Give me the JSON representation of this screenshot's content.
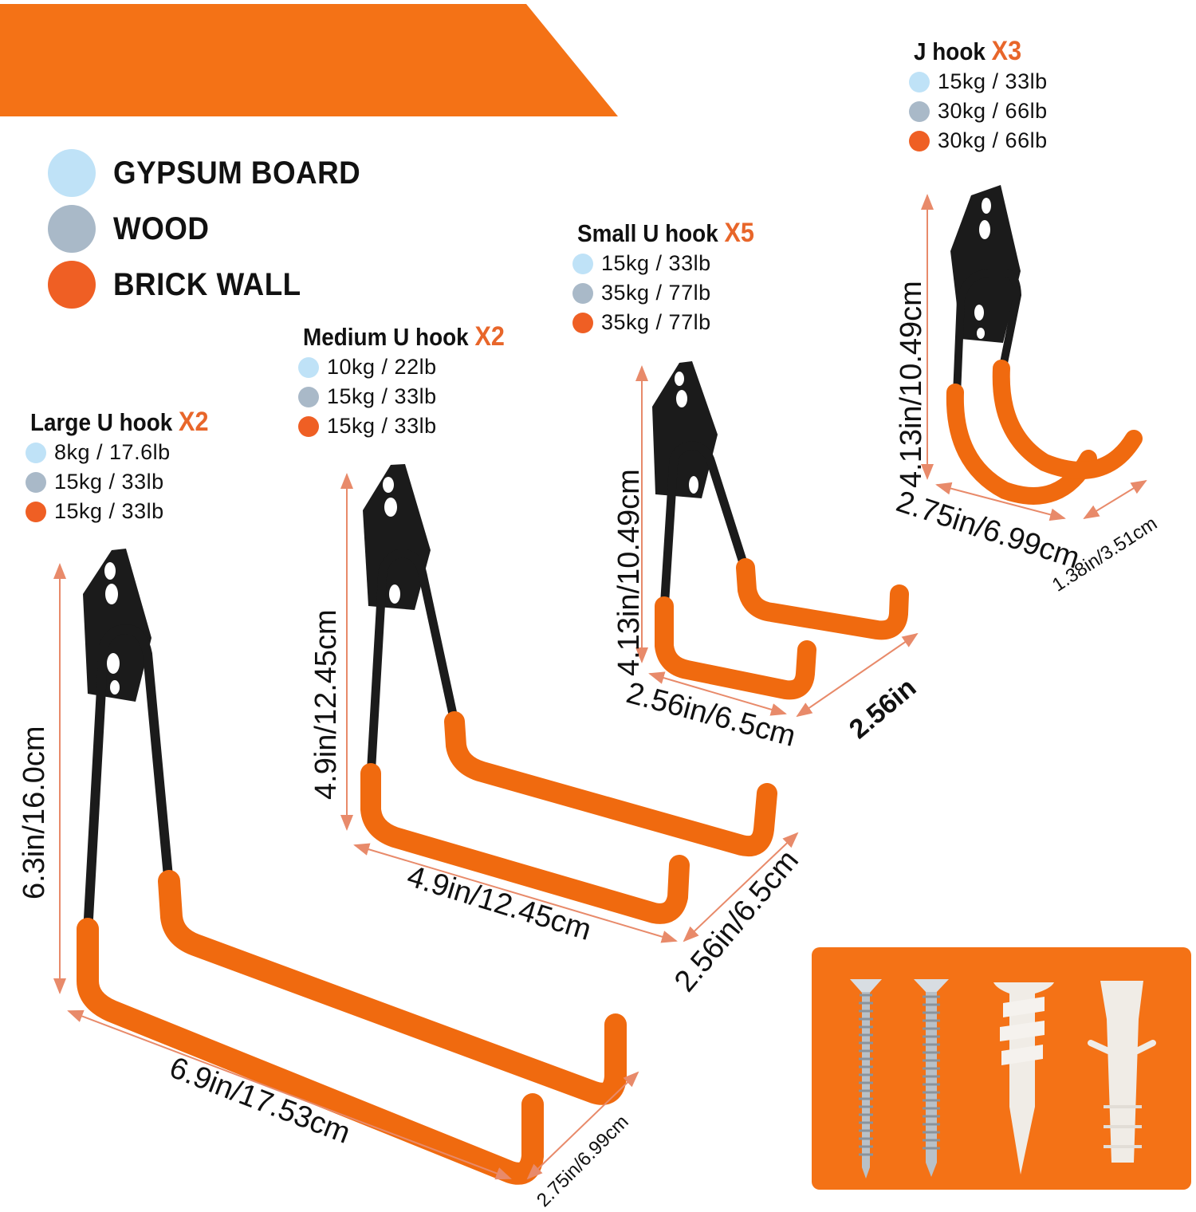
{
  "colors": {
    "banner": "#f47216",
    "gypsum": "#bfe2f7",
    "wood": "#a9b9c8",
    "brick": "#ef5f24",
    "hook_orange": "#f06a0f",
    "hook_black": "#1b1b1b",
    "dimension_line": "#e88a6a",
    "qty_accent": "#e8662a"
  },
  "legend": {
    "items": [
      {
        "label": "GYPSUM BOARD",
        "material": "gypsum"
      },
      {
        "label": "WOOD",
        "material": "wood"
      },
      {
        "label": "BRICK WALL",
        "material": "brick"
      }
    ]
  },
  "hooks": [
    {
      "name": "Large U hook",
      "qty": "X2",
      "loads": [
        "8kg / 17.6lb",
        "15kg / 33lb",
        "15kg / 33lb"
      ],
      "dims": {
        "height": "6.3in/16.0cm",
        "length": "6.9in/17.53cm",
        "width": "2.75in/6.99cm"
      }
    },
    {
      "name": "Medium U hook",
      "qty": "X2",
      "loads": [
        "10kg / 22lb",
        "15kg / 33lb",
        "15kg / 33lb"
      ],
      "dims": {
        "height": "4.9in/12.45cm",
        "length": "4.9in/12.45cm",
        "width": "2.56in/6.5cm"
      }
    },
    {
      "name": "Small U hook",
      "qty": "X5",
      "loads": [
        "15kg / 33lb",
        "35kg / 77lb",
        "35kg / 77lb"
      ],
      "dims": {
        "height": "4.13in/10.49cm",
        "length": "2.56in/6.5cm",
        "width": "2.56in"
      }
    },
    {
      "name": "J hook",
      "qty": "X3",
      "loads": [
        "15kg / 33lb",
        "30kg / 66lb",
        "30kg / 66lb"
      ],
      "dims": {
        "height": "4.13in/10.49cm",
        "length": "2.75in/6.99cm",
        "width": "1.38in/3.51cm"
      }
    }
  ],
  "hardware": {
    "items": [
      "screw",
      "screw",
      "drywall-anchor",
      "expansion-anchor"
    ]
  }
}
